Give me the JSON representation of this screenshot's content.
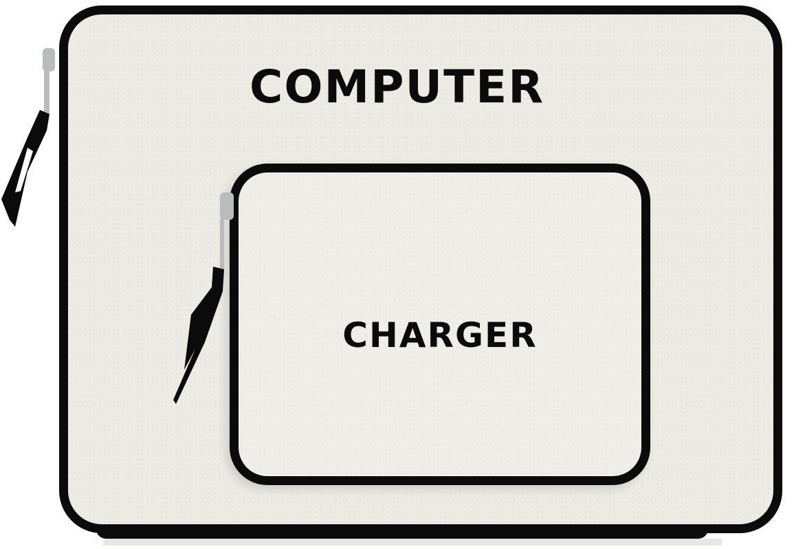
{
  "scene": {
    "subject": "Canvas computer sleeve with front charger pouch",
    "colors": {
      "canvas": "#ecebe4",
      "trim": "#0b0b0b",
      "zipper_metal": "#b9bcbc",
      "background": "#ffffff"
    }
  },
  "sleeve": {
    "label": "COMPUTER"
  },
  "pouch": {
    "label": "CHARGER"
  }
}
